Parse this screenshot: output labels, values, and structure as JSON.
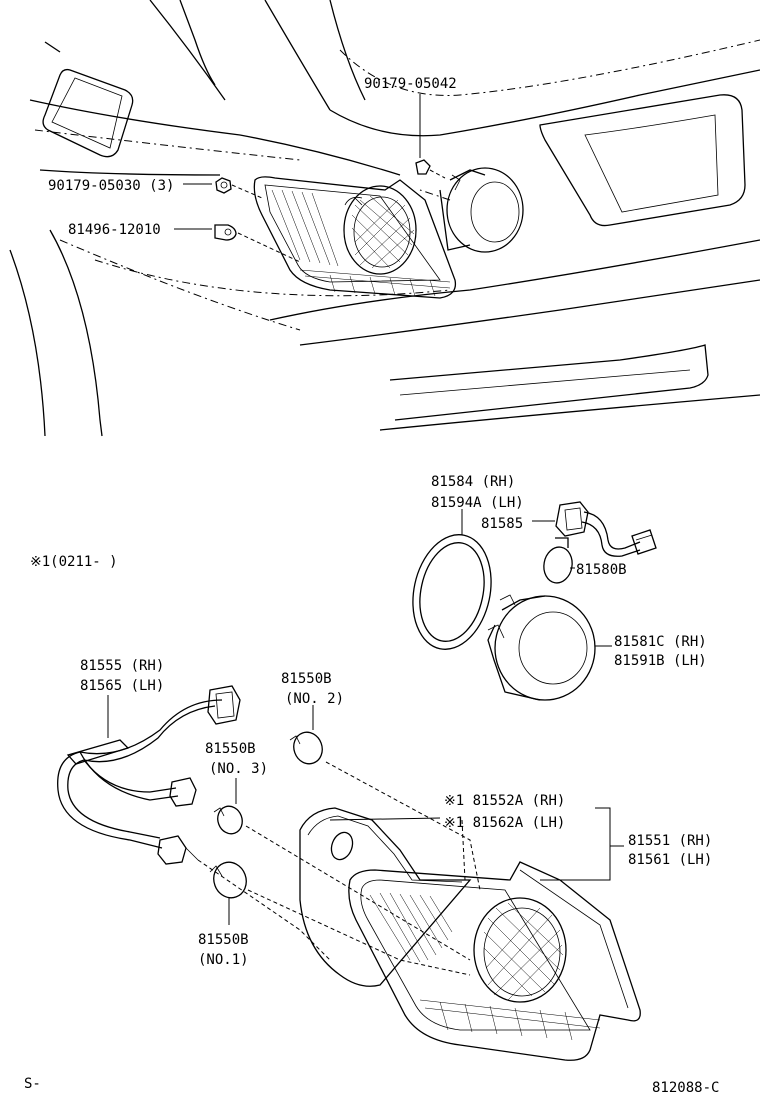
{
  "labels": {
    "p90179_05042": "90179-05042",
    "p90179_05030": "90179-05030 (3)",
    "p81496_12010": "81496-12010",
    "p81584": "81584  (RH)",
    "p81594a": "81594A (LH)",
    "p81585": "81585",
    "p81580b": "81580B",
    "note_1": "※1(0211-      )",
    "p81581c": "81581C (RH)",
    "p81591b": "81591B (LH)",
    "p81555": "81555 (RH)",
    "p81565": "81565 (LH)",
    "p81550b_no2_a": "81550B",
    "p81550b_no2_b": "(NO. 2)",
    "p81550b_no3_a": "81550B",
    "p81550b_no3_b": "(NO. 3)",
    "p81552a": "※1 81552A (RH)",
    "p81562a": "※1 81562A (LH)",
    "p81551": "81551 (RH)",
    "p81561": "81561 (LH)",
    "p81550b_no1_a": "81550B",
    "p81550b_no1_b": "(NO.1)",
    "footer_left": "S-",
    "footer_right": "812088-C"
  }
}
